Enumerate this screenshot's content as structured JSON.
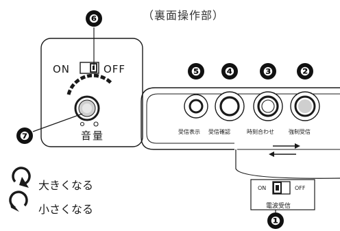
{
  "header": {
    "title": "（裏面操作部）"
  },
  "callouts": [
    "❶",
    "❷",
    "❸",
    "❹",
    "❺",
    "❻",
    "❼"
  ],
  "left_panel": {
    "switch_on": "ON",
    "switch_off": "OFF",
    "volume_label": "音量",
    "volume_icon": "speaker-volume-arc-icon"
  },
  "legend": {
    "up_label": "大きくなる",
    "down_label": "小さくなる",
    "up_icon": "rotate-clockwise-icon",
    "down_icon": "rotate-counterclockwise-icon"
  },
  "rear_panel": {
    "buttons": [
      "受信表示",
      "受信確認",
      "時刻合わせ",
      "強制受信"
    ],
    "arrow_icon": "slide-left-right-arrows-icon",
    "switch_on": "ON",
    "switch_off": "OFF",
    "switch_label": "電波受信"
  },
  "colors": {
    "ink": "#1a1a1a",
    "button_fill": "#cfcfcf",
    "callout_fill": "#111111"
  }
}
